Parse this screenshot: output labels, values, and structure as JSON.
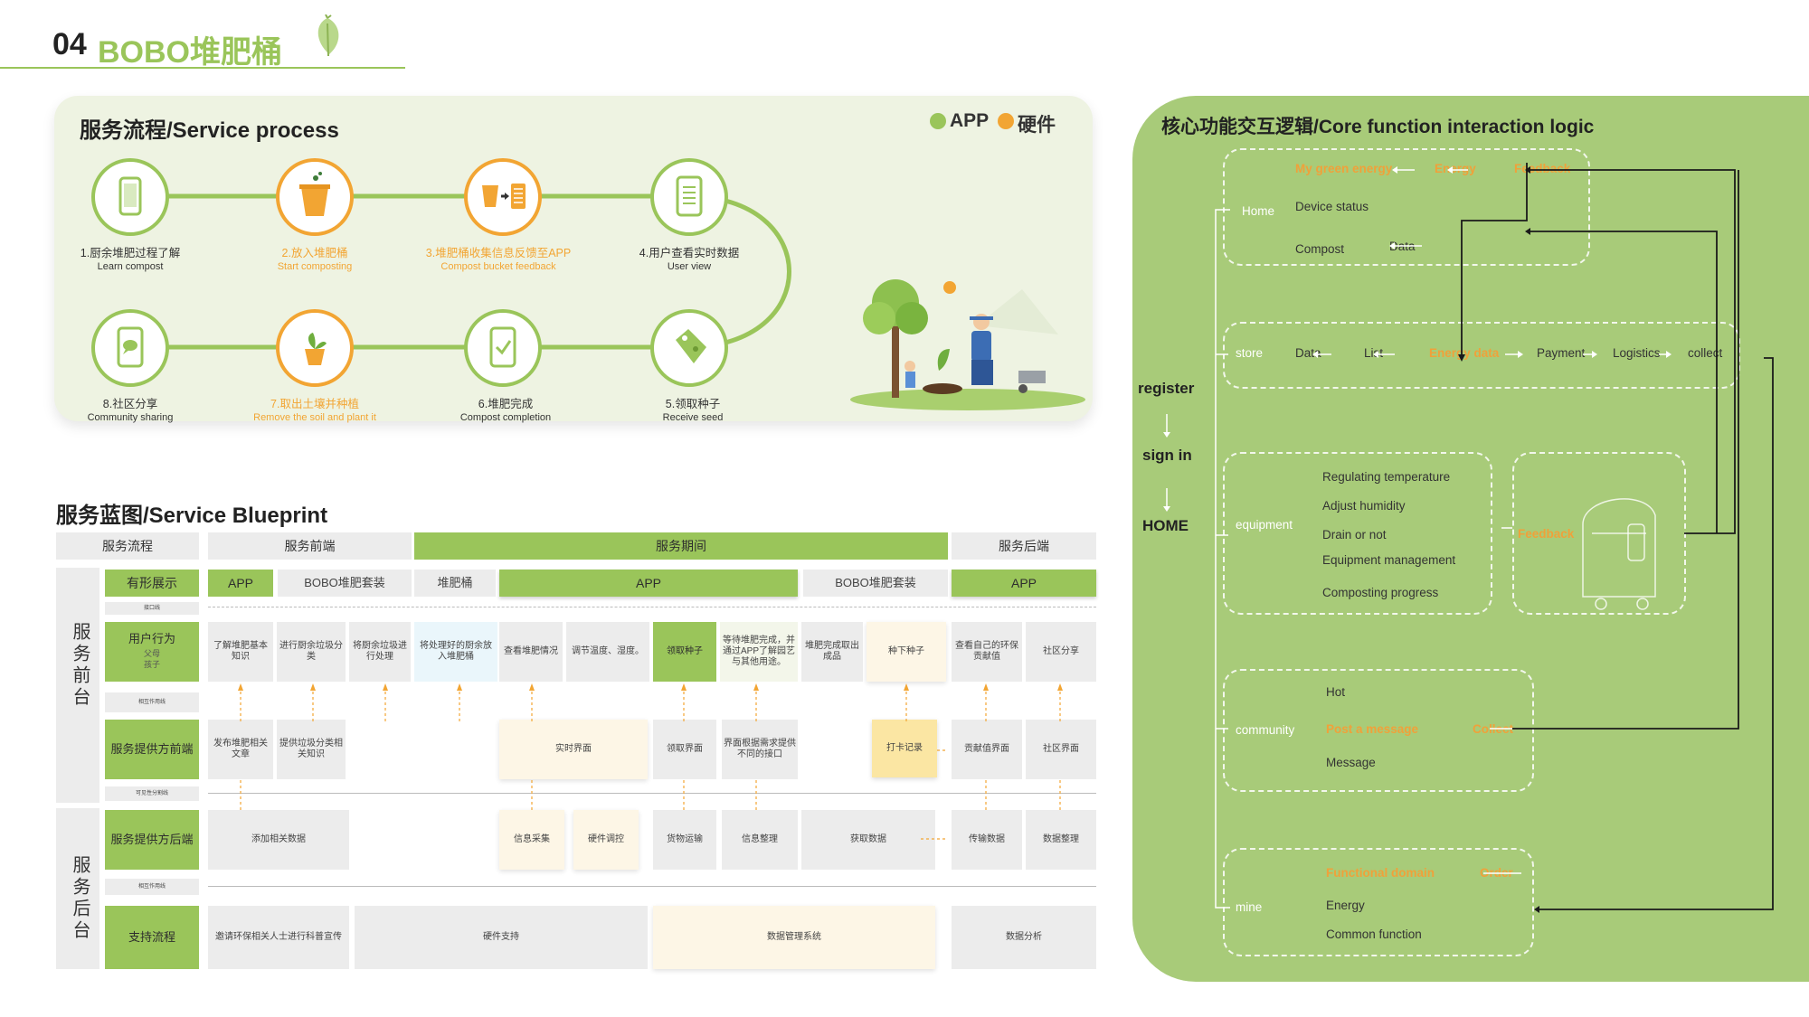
{
  "header": {
    "number": "04",
    "title": "BOBO堆肥桶"
  },
  "service_process": {
    "title": "服务流程/Service process",
    "legend": [
      {
        "label": "APP",
        "color": "#9ac55a"
      },
      {
        "label": "硬件",
        "color": "#f2a533"
      }
    ],
    "steps": [
      {
        "cn": "1.厨余堆肥过程了解",
        "en": "Learn compost",
        "type": "app",
        "icon": "phone-icon"
      },
      {
        "cn": "2.放入堆肥桶",
        "en": "Start composting",
        "type": "hw",
        "icon": "bucket-icon"
      },
      {
        "cn": "3.堆肥桶收集信息反馈至APP",
        "en": "Compost bucket feedback",
        "type": "hw",
        "icon": "bucket-to-app-icon"
      },
      {
        "cn": "4.用户查看实时数据",
        "en": "User view",
        "type": "app",
        "icon": "data-list-icon"
      },
      {
        "cn": "5.领取种子",
        "en": "Receive seed",
        "type": "app",
        "icon": "seed-tag-icon"
      },
      {
        "cn": "6.堆肥完成",
        "en": "Compost completion",
        "type": "app",
        "icon": "check-icon"
      },
      {
        "cn": "7.取出土壤并种植",
        "en": "Remove the soil and plant it",
        "type": "hw",
        "icon": "plant-pot-icon"
      },
      {
        "cn": "8.社区分享",
        "en": "Community sharing",
        "type": "app",
        "icon": "chat-phone-icon"
      }
    ]
  },
  "blueprint": {
    "title": "服务蓝图/Service Blueprint",
    "phases": {
      "label": "服务流程",
      "front": "服务前端",
      "during": "服务期间",
      "after": "服务后端"
    },
    "groups": {
      "front_stage": "服务前台",
      "back_stage": "服务后台"
    },
    "row_labels": {
      "touchpoint": "有形展示",
      "interaction_line": "接口线",
      "user_action": "用户行为",
      "user_sub": [
        "父母",
        "孩子"
      ],
      "interaction_line2": "相互作用线",
      "provider_front": "服务提供方前端",
      "visibility_line": "可见性分割线",
      "provider_back": "服务提供方后端",
      "internal_line": "相互作用线",
      "support": "支持流程"
    },
    "touchpoints": [
      "APP",
      "BOBO堆肥套装",
      "堆肥桶",
      "APP",
      "BOBO堆肥套装",
      "APP"
    ],
    "user_actions": [
      "了解堆肥基本知识",
      "进行厨余垃圾分类",
      "将厨余垃圾进行处理",
      "将处理好的厨余放入堆肥桶",
      "查看堆肥情况",
      "调节温度、湿度。",
      "领取种子",
      "等待堆肥完成，并通过APP了解园艺与其他用途。",
      "堆肥完成取出成品",
      "种下种子",
      "查看自己的环保贡献值",
      "社区分享"
    ],
    "provider_front": [
      "发布堆肥相关文章",
      "提供垃圾分类相关知识",
      "实时界面",
      "领取界面",
      "界面根据需求提供不同的接口",
      "打卡记录",
      "贡献值界面",
      "社区界面"
    ],
    "provider_back": [
      "添加相关数据",
      "信息采集",
      "硬件调控",
      "货物运输",
      "信息整理",
      "获取数据",
      "传输数据",
      "数据整理"
    ],
    "support": [
      "邀请环保相关人士进行科普宣传",
      "硬件支持",
      "数据管理系统",
      "数据分析"
    ]
  },
  "logic": {
    "title": "核心功能交互逻辑/Core function interaction logic",
    "nav": [
      "register",
      "sign in",
      "HOME"
    ],
    "home": {
      "label": "Home",
      "row1": [
        "My green energy",
        "Energy",
        "Feedback"
      ],
      "row2": "Device status",
      "row3": [
        "Compost",
        "Data"
      ]
    },
    "store": {
      "label": "store",
      "items": [
        "Data",
        "List",
        "Energy data",
        "Payment",
        "Logistics",
        "collect"
      ]
    },
    "equipment": {
      "label": "equipment",
      "items": [
        "Regulating temperature",
        "Adjust humidity",
        "Drain or not",
        "Equipment management",
        "Composting progress"
      ],
      "feedback": "Feedback"
    },
    "community": {
      "label": "community",
      "items": [
        "Hot",
        "Post a message",
        "Collect",
        "Message"
      ]
    },
    "mine": {
      "label": "mine",
      "items": [
        "Functional domain",
        "Order",
        "Energy",
        "Common function"
      ]
    }
  },
  "colors": {
    "green": "#9ac55a",
    "orange": "#f2a533",
    "panel": "#a8cb79"
  }
}
